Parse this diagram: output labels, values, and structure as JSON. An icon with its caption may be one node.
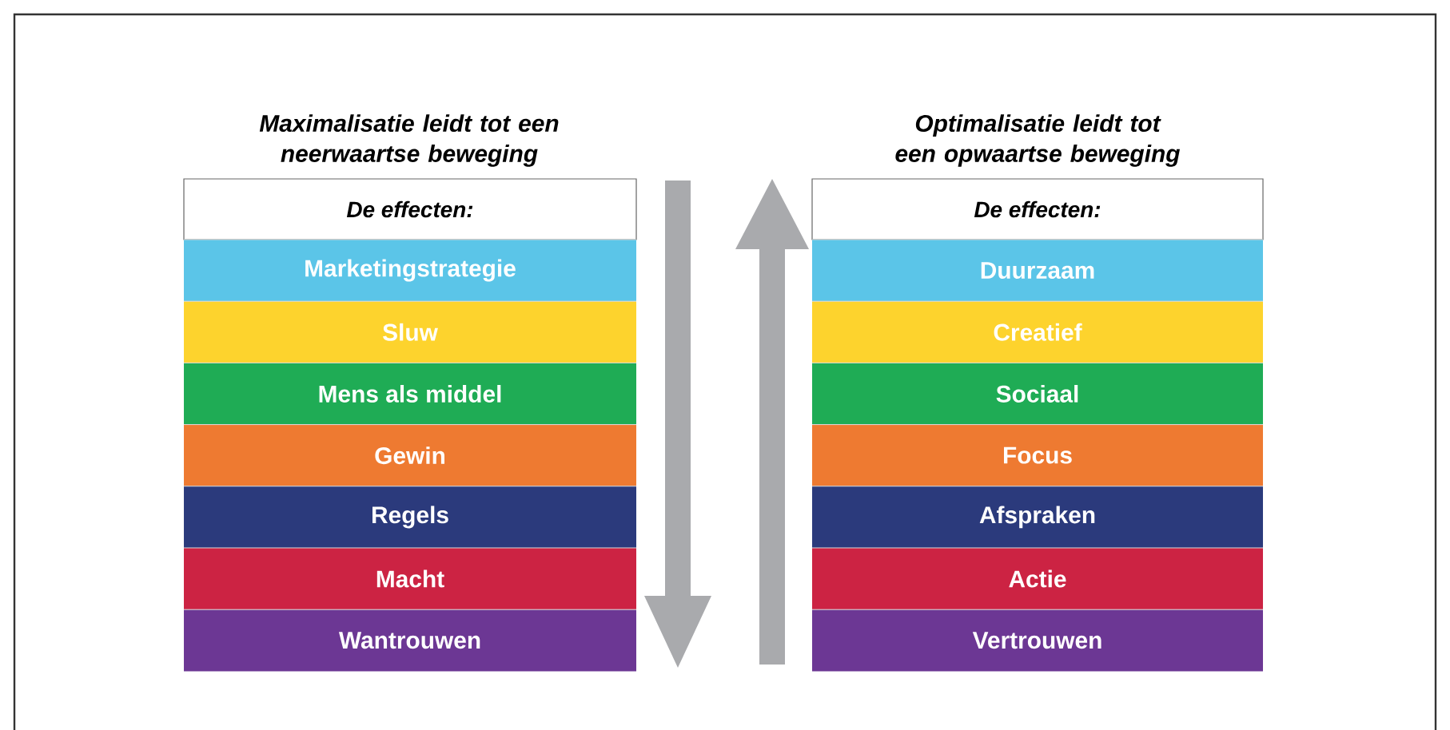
{
  "diagram": {
    "nodes": [
      {
        "text": [
          "De effecten:"
        ]
      },
      {
        "text": [
          "Marketingstrategie"
        ]
      },
      {
        "text": [
          "Sluw"
        ]
      },
      {
        "text": [
          "Mens als middel"
        ]
      },
      {
        "text": [
          "Gewin"
        ]
      },
      {
        "text": [
          "Regels"
        ]
      },
      {
        "text": [
          "Macht"
        ]
      },
      {
        "text": [
          "Wantrouwen"
        ]
      },
      {
        "text": [
          "De effecten:"
        ]
      },
      {
        "text": [
          "Duurzaam"
        ]
      },
      {
        "text": [
          "Creatief"
        ]
      },
      {
        "text": [
          "Sociaal"
        ]
      },
      {
        "text": [
          "Focus"
        ]
      },
      {
        "text": [
          "Afspraken"
        ]
      },
      {
        "text": [
          "Actie"
        ]
      },
      {
        "text": [
          "Vertrouwen"
        ]
      }
    ],
    "labels": [
      "Maximalisatie leidt tot een neerwaartse beweging",
      "Optimalisatie leidt tot een opwaartse beweging"
    ]
  }
}
